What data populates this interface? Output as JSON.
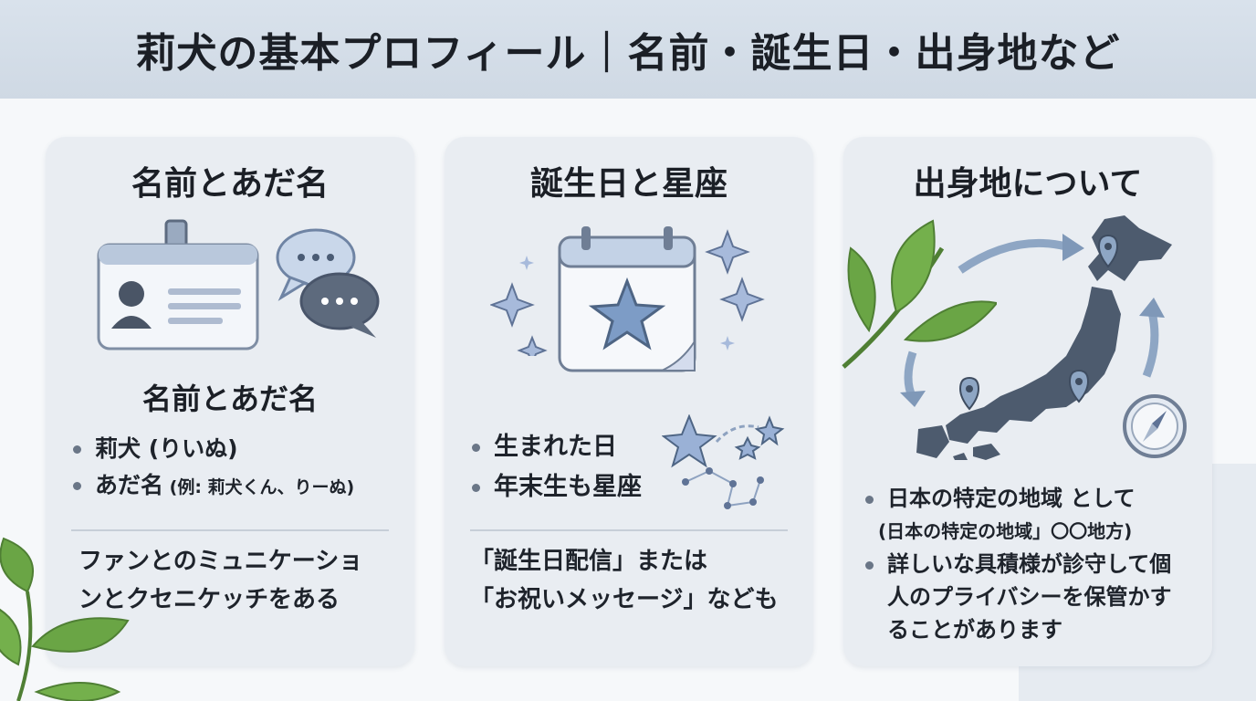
{
  "header": {
    "title": "莉犬の基本プロフィール｜名前・誕生日・出身地など"
  },
  "cards": [
    {
      "title": "名前とあだ名",
      "subtitle": "名前とあだ名",
      "bullets": [
        {
          "main": "莉犬 (りいぬ)",
          "small": ""
        },
        {
          "main": "あだ名",
          "small": " (例: 莉犬くん、りーぬ)"
        }
      ],
      "note": "ファンとのミュニケーショ\nンとクセニケッチをある"
    },
    {
      "title": "誕生日と星座",
      "bullets": [
        {
          "main": "生まれた日"
        },
        {
          "main": "年末生も星座"
        }
      ],
      "note": "「誕生日配信」または\n「お祝いメッセージ」なども"
    },
    {
      "title": "出身地について",
      "bullets": [
        {
          "main": "日本の特定の地域 として",
          "sub": "(日本の特定の地域」〇〇地方)"
        },
        {
          "main": "詳しいな具積様が診守して個人のプライバシーを保管かすることがあります",
          "sub": ""
        }
      ]
    }
  ],
  "icons": {
    "card1": [
      "id-badge-icon",
      "speech-bubble-icon"
    ],
    "card2": [
      "calendar-star-icon",
      "sparkle-icon",
      "constellation-icon"
    ],
    "card3": [
      "japan-map-icon",
      "location-pin-icon",
      "compass-icon",
      "leaf-icon",
      "arrow-icon"
    ]
  },
  "colors": {
    "accent": "#5f7ea6",
    "header_bg": "#d4dde7",
    "card_bg": "#e9edf2",
    "leaf": "#5f9b3c"
  }
}
